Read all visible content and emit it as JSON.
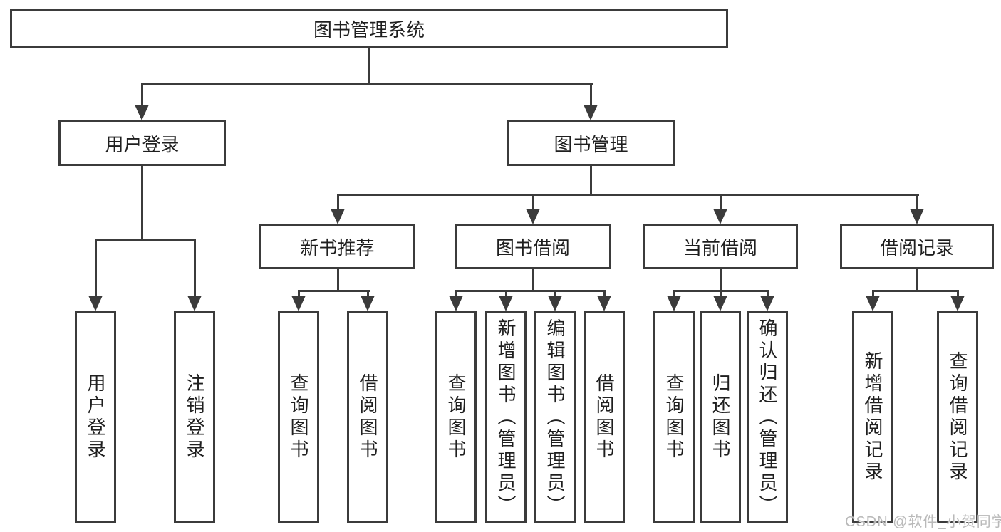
{
  "diagram": {
    "root": {
      "label": "图书管理系统"
    },
    "branches": [
      {
        "label": "用户登录",
        "children": [
          "用户登录",
          "注销登录"
        ]
      },
      {
        "label": "图书管理",
        "children": [
          {
            "label": "新书推荐",
            "children": [
              "查询图书",
              "借阅图书"
            ]
          },
          {
            "label": "图书借阅",
            "children": [
              "查询图书",
              "新增图书（管理员）",
              "编辑图书（管理员）",
              "借阅图书"
            ]
          },
          {
            "label": "当前借阅",
            "children": [
              "查询图书",
              "归还图书",
              "确认归还（管理员）"
            ]
          },
          {
            "label": "借阅记录",
            "children": [
              "新增借阅记录",
              "查询借阅记录"
            ]
          }
        ]
      }
    ]
  },
  "watermark": "CSDN @软件_小贺同学",
  "colors": {
    "line": "#3b3b3b",
    "text": "#1f1f1f",
    "watermark": "#b9b9b9",
    "background": "#ffffff"
  }
}
